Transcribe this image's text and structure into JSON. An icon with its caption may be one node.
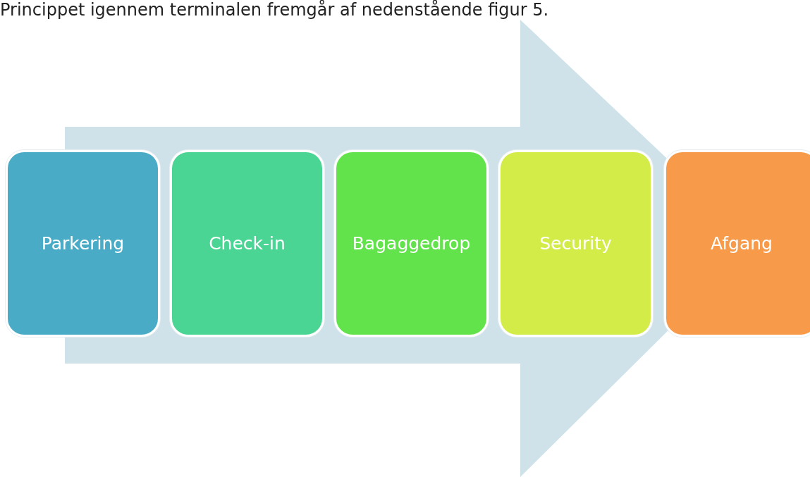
{
  "diagram": {
    "nodes": [
      {
        "text": [
          "Parkering"
        ]
      },
      {
        "text": [
          "Check-in"
        ]
      },
      {
        "text": [
          "Bagaggedrop"
        ]
      },
      {
        "text": [
          "Security"
        ]
      },
      {
        "text": [
          "Afgang"
        ]
      }
    ],
    "edges": [
      {
        "from": 0,
        "to": 4,
        "arrow": "to"
      }
    ],
    "labels": [
      "Princippet igennem terminalen fremgår af nedenstående figur 5."
    ]
  }
}
